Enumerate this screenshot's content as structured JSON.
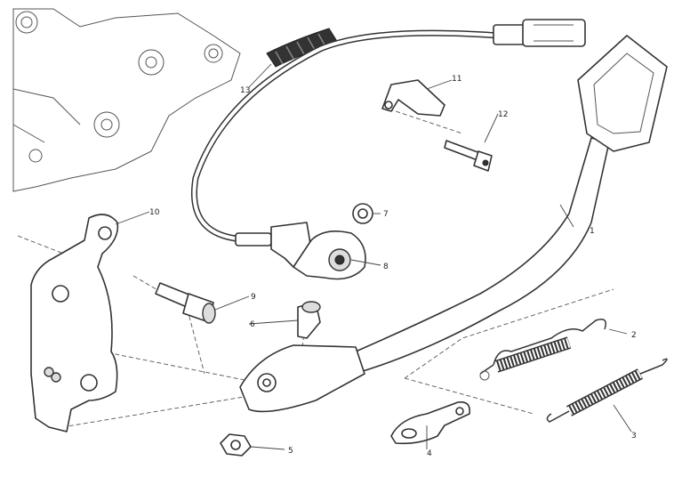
{
  "diagram": {
    "title": "Side stand exploded view",
    "callouts": [
      "1",
      "2",
      "3",
      "4",
      "5",
      "6",
      "7",
      "8",
      "9",
      "10",
      "11",
      "12",
      "13"
    ]
  }
}
